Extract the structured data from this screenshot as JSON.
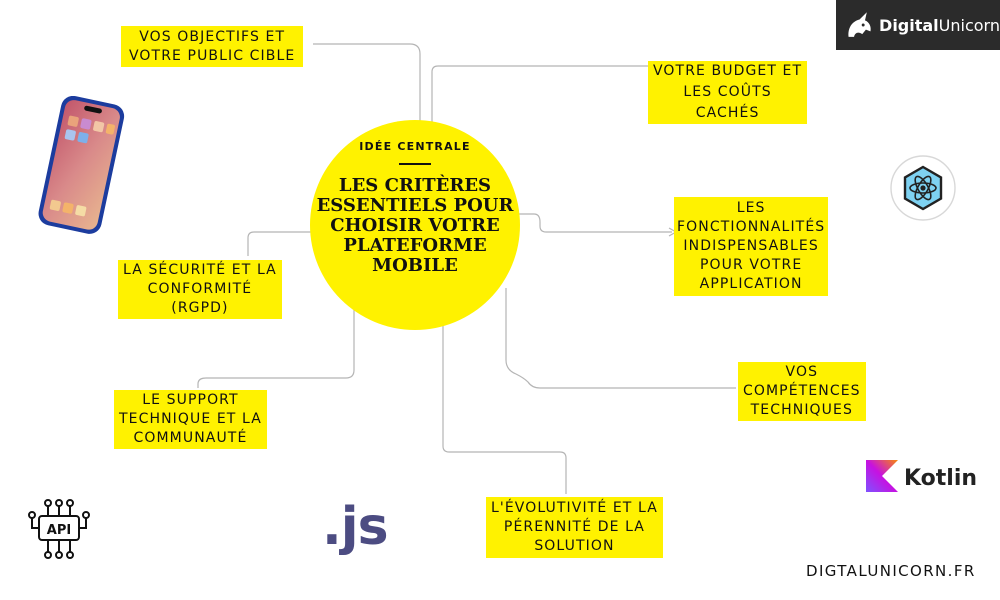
{
  "brand": {
    "logo_text_bold": "Digital",
    "logo_text_regular": "Unicorn",
    "website": "DIGTALUNICORN.FR"
  },
  "center": {
    "kicker": "IDÉE CENTRALE",
    "title_lines": [
      "LES CRITÈRES",
      "ESSENTIELS POUR",
      "CHOISIR VOTRE",
      "PLATEFORME",
      "MOBILE"
    ]
  },
  "branches": [
    {
      "id": "objectifs",
      "lines": [
        "VOS OBJECTIFS ET",
        "VOTRE PUBLIC CIBLE"
      ]
    },
    {
      "id": "budget",
      "lines": [
        "VOTRE BUDGET ET",
        "LES COÛTS",
        "CACHÉS"
      ]
    },
    {
      "id": "fonctionnalites",
      "lines": [
        "LES",
        "FONCTIONNALITÉS",
        "INDISPENSABLES",
        "POUR VOTRE",
        "APPLICATION"
      ]
    },
    {
      "id": "competences",
      "lines": [
        "VOS",
        "COMPÉTENCES",
        "TECHNIQUES"
      ]
    },
    {
      "id": "evolutivite",
      "lines": [
        "L'ÉVOLUTIVITÉ ET LA",
        "PÉRENNITÉ DE LA",
        "SOLUTION"
      ]
    },
    {
      "id": "support",
      "lines": [
        "LE SUPPORT",
        "TECHNIQUE ET LA",
        "COMMUNAUTÉ"
      ]
    },
    {
      "id": "securite",
      "lines": [
        "LA SÉCURITÉ ET LA",
        "CONFORMITÉ",
        "(RGPD)"
      ]
    }
  ],
  "logos": {
    "js": ".js",
    "kotlin": "Kotlin",
    "api": "API"
  },
  "colors": {
    "highlight": "#fff200",
    "connector": "#b5b5b5",
    "brand_bg": "#2b2b2b",
    "js": "#4c4c82"
  },
  "icons": [
    "unicorn-icon",
    "phone-icon",
    "react-atom-icon",
    "kotlin-icon",
    "api-circuit-icon",
    "javascript-icon",
    "arrow-head-icon"
  ]
}
